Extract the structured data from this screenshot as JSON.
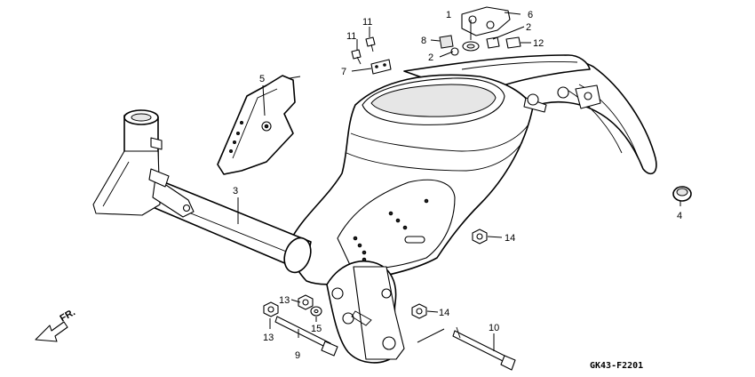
{
  "diagram": {
    "code": "GK43-F2201",
    "direction": "FR.",
    "callouts": [
      {
        "id": "c1",
        "label": "1"
      },
      {
        "id": "c2a",
        "label": "2"
      },
      {
        "id": "c2b",
        "label": "2"
      },
      {
        "id": "c3",
        "label": "3"
      },
      {
        "id": "c4",
        "label": "4"
      },
      {
        "id": "c5",
        "label": "5"
      },
      {
        "id": "c6",
        "label": "6"
      },
      {
        "id": "c7",
        "label": "7"
      },
      {
        "id": "c8",
        "label": "8"
      },
      {
        "id": "c9",
        "label": "9"
      },
      {
        "id": "c10",
        "label": "10"
      },
      {
        "id": "c11a",
        "label": "11"
      },
      {
        "id": "c11b",
        "label": "11"
      },
      {
        "id": "c12",
        "label": "12"
      },
      {
        "id": "c13a",
        "label": "13"
      },
      {
        "id": "c13b",
        "label": "13"
      },
      {
        "id": "c14a",
        "label": "14"
      },
      {
        "id": "c14b",
        "label": "14"
      },
      {
        "id": "c15",
        "label": "15"
      }
    ]
  }
}
